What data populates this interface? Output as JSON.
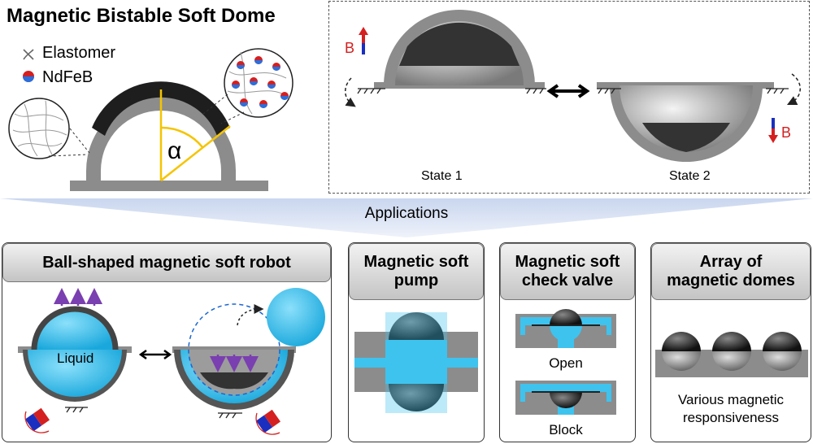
{
  "title": "Magnetic Bistable Soft Dome",
  "legend": {
    "elastomer": "Elastomer",
    "ndfeb": "NdFeB"
  },
  "dome": {
    "angle_symbol": "α"
  },
  "states": {
    "state1": "State 1",
    "state2": "State 2",
    "field_label": "B"
  },
  "applications_label": "Applications",
  "panels": {
    "robot": {
      "title": "Ball-shaped magnetic soft robot",
      "liquid_label": "Liquid"
    },
    "pump": {
      "title_line1": "Magnetic soft",
      "title_line2": "pump"
    },
    "valve": {
      "title_line1": "Magnetic soft",
      "title_line2": "check valve",
      "open_label": "Open",
      "block_label": "Block"
    },
    "array": {
      "title_line1": "Array of",
      "title_line2": "magnetic domes",
      "caption_line1": "Various magnetic",
      "caption_line2": "responsiveness"
    }
  },
  "colors": {
    "field_red": "#d42020",
    "field_blue": "#1a2fbf",
    "liquid": "#3ec3ee",
    "elastomer_gray": "#8c8c8c",
    "black_band": "#1e1e1e",
    "angle_yellow": "#f5c400"
  }
}
